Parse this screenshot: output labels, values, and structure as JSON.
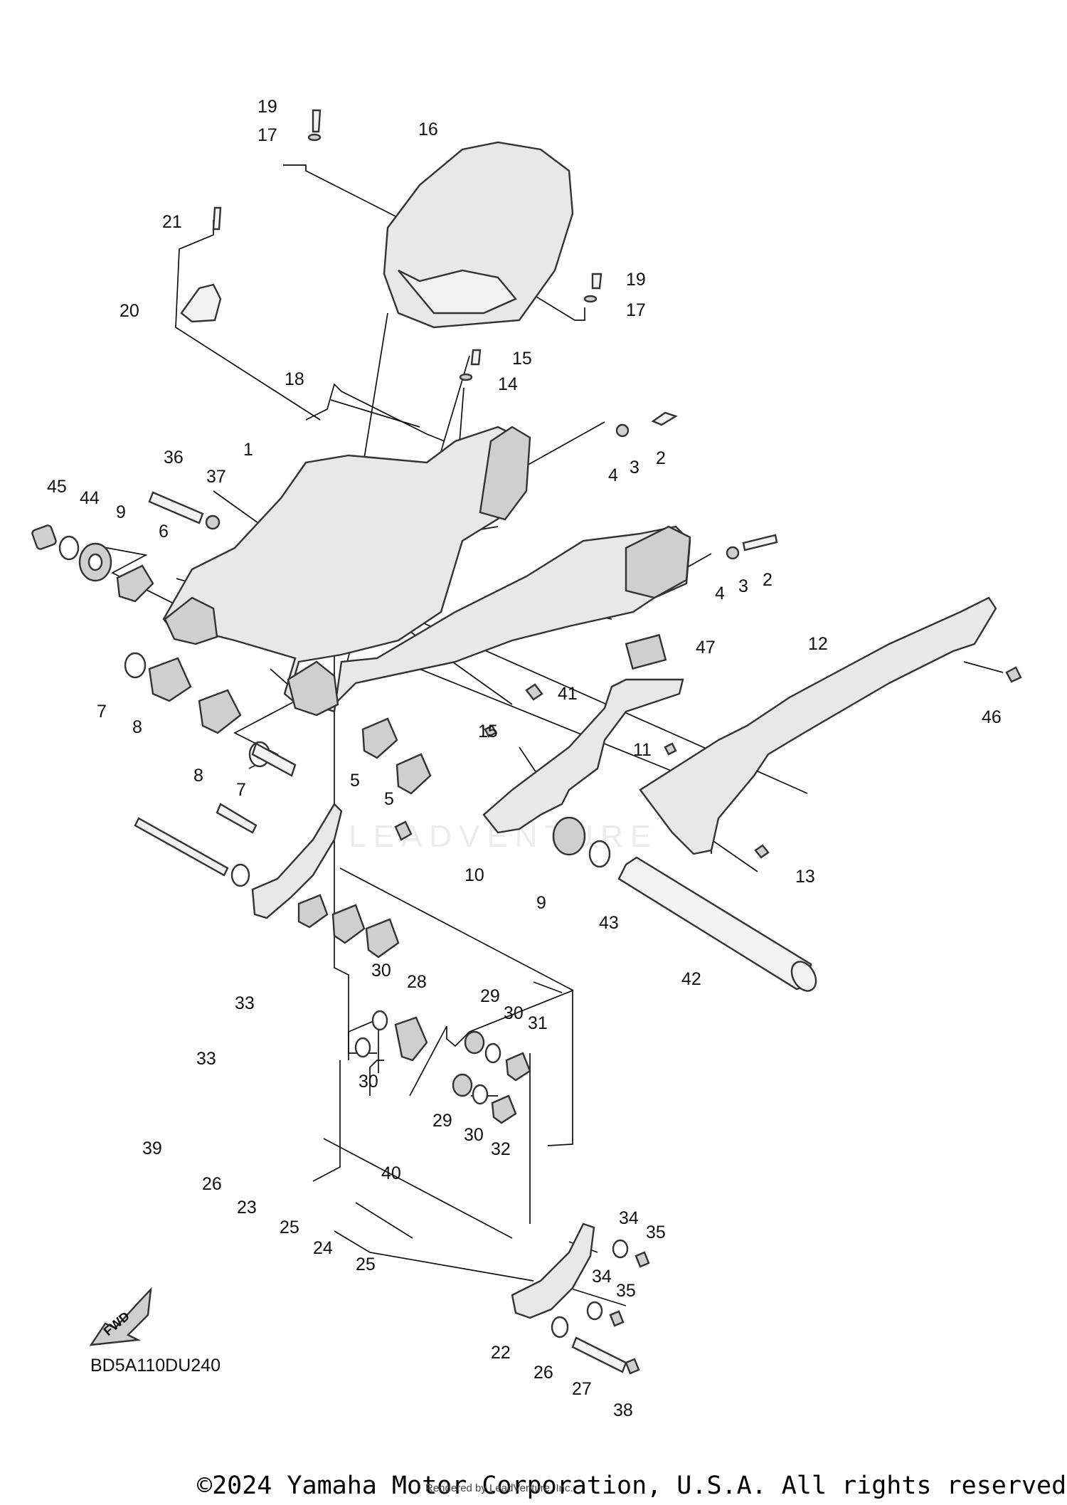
{
  "diagram": {
    "code": "BD5A110DU240",
    "fwd_label": "FWD",
    "watermark": "LEADVENTURE",
    "copyright": "©2024 Yamaha Motor Corporation, U.S.A. All rights reserved.",
    "rendered_by": "Rendered by LeadVenture, Inc."
  },
  "callouts": {
    "c1": "1",
    "c2a": "2",
    "c2b": "2",
    "c3a": "3",
    "c3b": "3",
    "c4a": "4",
    "c4b": "4",
    "c5a": "5",
    "c5b": "5",
    "c6": "6",
    "c7a": "7",
    "c7b": "7",
    "c8a": "8",
    "c8b": "8",
    "c9a": "9",
    "c9b": "9",
    "c10": "10",
    "c11": "11",
    "c12": "12",
    "c13": "13",
    "c14": "14",
    "c15a": "15",
    "c15b": "15",
    "c16": "16",
    "c17a": "17",
    "c17b": "17",
    "c18": "18",
    "c19a": "19",
    "c19b": "19",
    "c20": "20",
    "c21": "21",
    "c22": "22",
    "c23": "23",
    "c24": "24",
    "c25a": "25",
    "c25b": "25",
    "c26a": "26",
    "c26b": "26",
    "c27": "27",
    "c28": "28",
    "c29a": "29",
    "c29b": "29",
    "c30a": "30",
    "c30b": "30",
    "c30c": "30",
    "c30d": "30",
    "c31": "31",
    "c32": "32",
    "c33a": "33",
    "c33b": "33",
    "c34a": "34",
    "c34b": "34",
    "c35a": "35",
    "c35b": "35",
    "c36": "36",
    "c37": "37",
    "c38": "38",
    "c39": "39",
    "c40": "40",
    "c41": "41",
    "c42": "42",
    "c43": "43",
    "c44": "44",
    "c45": "45",
    "c46": "46",
    "c47": "47"
  }
}
